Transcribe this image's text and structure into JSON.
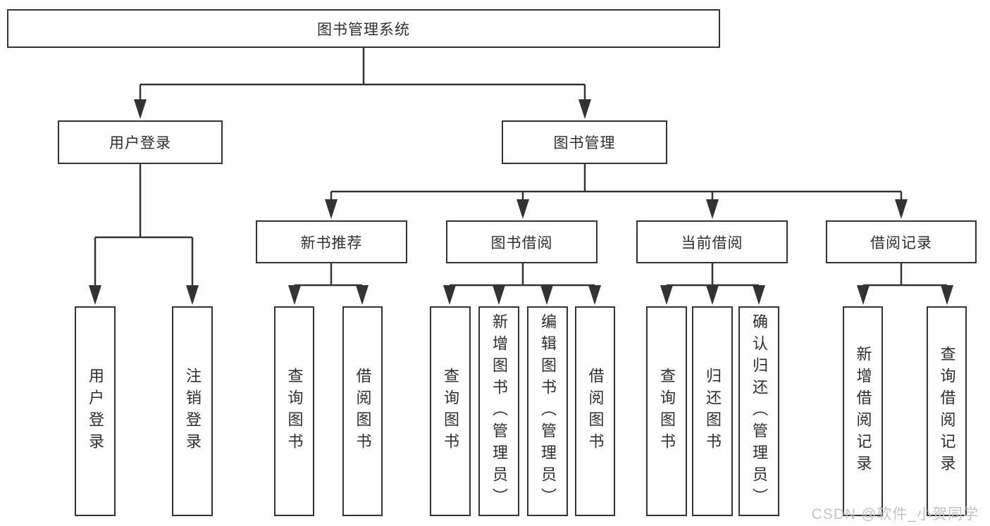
{
  "tree": {
    "root": {
      "label": "图书管理系统",
      "children": [
        {
          "label": "用户登录",
          "children": [
            {
              "label": "用户登录"
            },
            {
              "label": "注销登录"
            }
          ]
        },
        {
          "label": "图书管理",
          "children": [
            {
              "label": "新书推荐",
              "children": [
                {
                  "label": "查询图书"
                },
                {
                  "label": "借阅图书"
                }
              ]
            },
            {
              "label": "图书借阅",
              "children": [
                {
                  "label": "查询图书"
                },
                {
                  "label": "新增图书（管理员）"
                },
                {
                  "label": "编辑图书（管理员）"
                },
                {
                  "label": "借阅图书"
                }
              ]
            },
            {
              "label": "当前借阅",
              "children": [
                {
                  "label": "查询图书"
                },
                {
                  "label": "归还图书"
                },
                {
                  "label": "确认归还（管理员）"
                }
              ]
            },
            {
              "label": "借阅记录",
              "children": [
                {
                  "label": "新增借阅记录"
                },
                {
                  "label": "查询借阅记录"
                }
              ]
            }
          ]
        }
      ]
    }
  },
  "watermark": "CSDN @软件_小贺同学",
  "colors": {
    "line": "#333333",
    "box_border": "#333333",
    "text": "#2e2e2e",
    "watermark": "#c3c3c3",
    "background": "#ffffff"
  }
}
